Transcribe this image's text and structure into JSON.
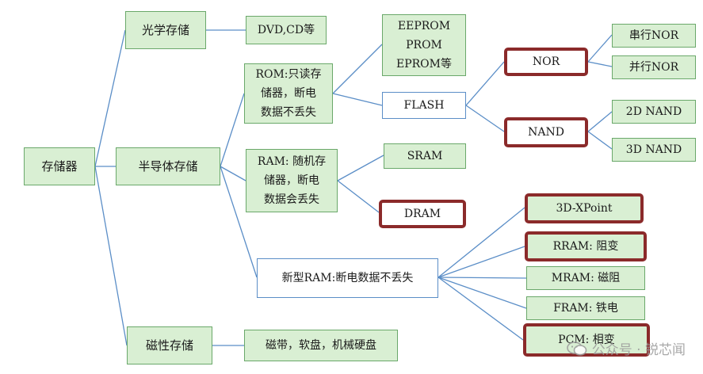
{
  "nodes": {
    "root": "存储器",
    "optical": "光学存储",
    "optical_ex": "DVD,CD等",
    "semi": "半导体存储",
    "magnetic": "磁性存储",
    "magnetic_ex": "磁带，软盘，机械硬盘",
    "rom": [
      "ROM:只读存",
      "储器，断电",
      "数据不丢失"
    ],
    "ram": [
      "RAM: 随机存",
      "储器，断电",
      "数据会丢失"
    ],
    "new_ram": "新型RAM:断电数据不丢失",
    "eprom_group": [
      "EEPROM",
      "PROM",
      "EPROM等"
    ],
    "flash": "FLASH",
    "nor": "NOR",
    "nand": "NAND",
    "nor_serial": "串行NOR",
    "nor_parallel": "并行NOR",
    "nand_2d": "2D NAND",
    "nand_3d": "3D NAND",
    "sram": "SRAM",
    "dram": "DRAM",
    "xpoint": "3D-XPoint",
    "rram": "RRAM: 阻变",
    "mram": "MRAM: 磁阻",
    "fram": "FRAM: 铁电",
    "pcm": "PCM: 相变"
  },
  "watermark": {
    "text": "公众号 · 锐芯闻",
    "icon": "wechat-icon"
  },
  "colors": {
    "line": "#5b8ec7",
    "green_fill": "#d9efd3",
    "highlight_border": "#8b2a2a"
  }
}
